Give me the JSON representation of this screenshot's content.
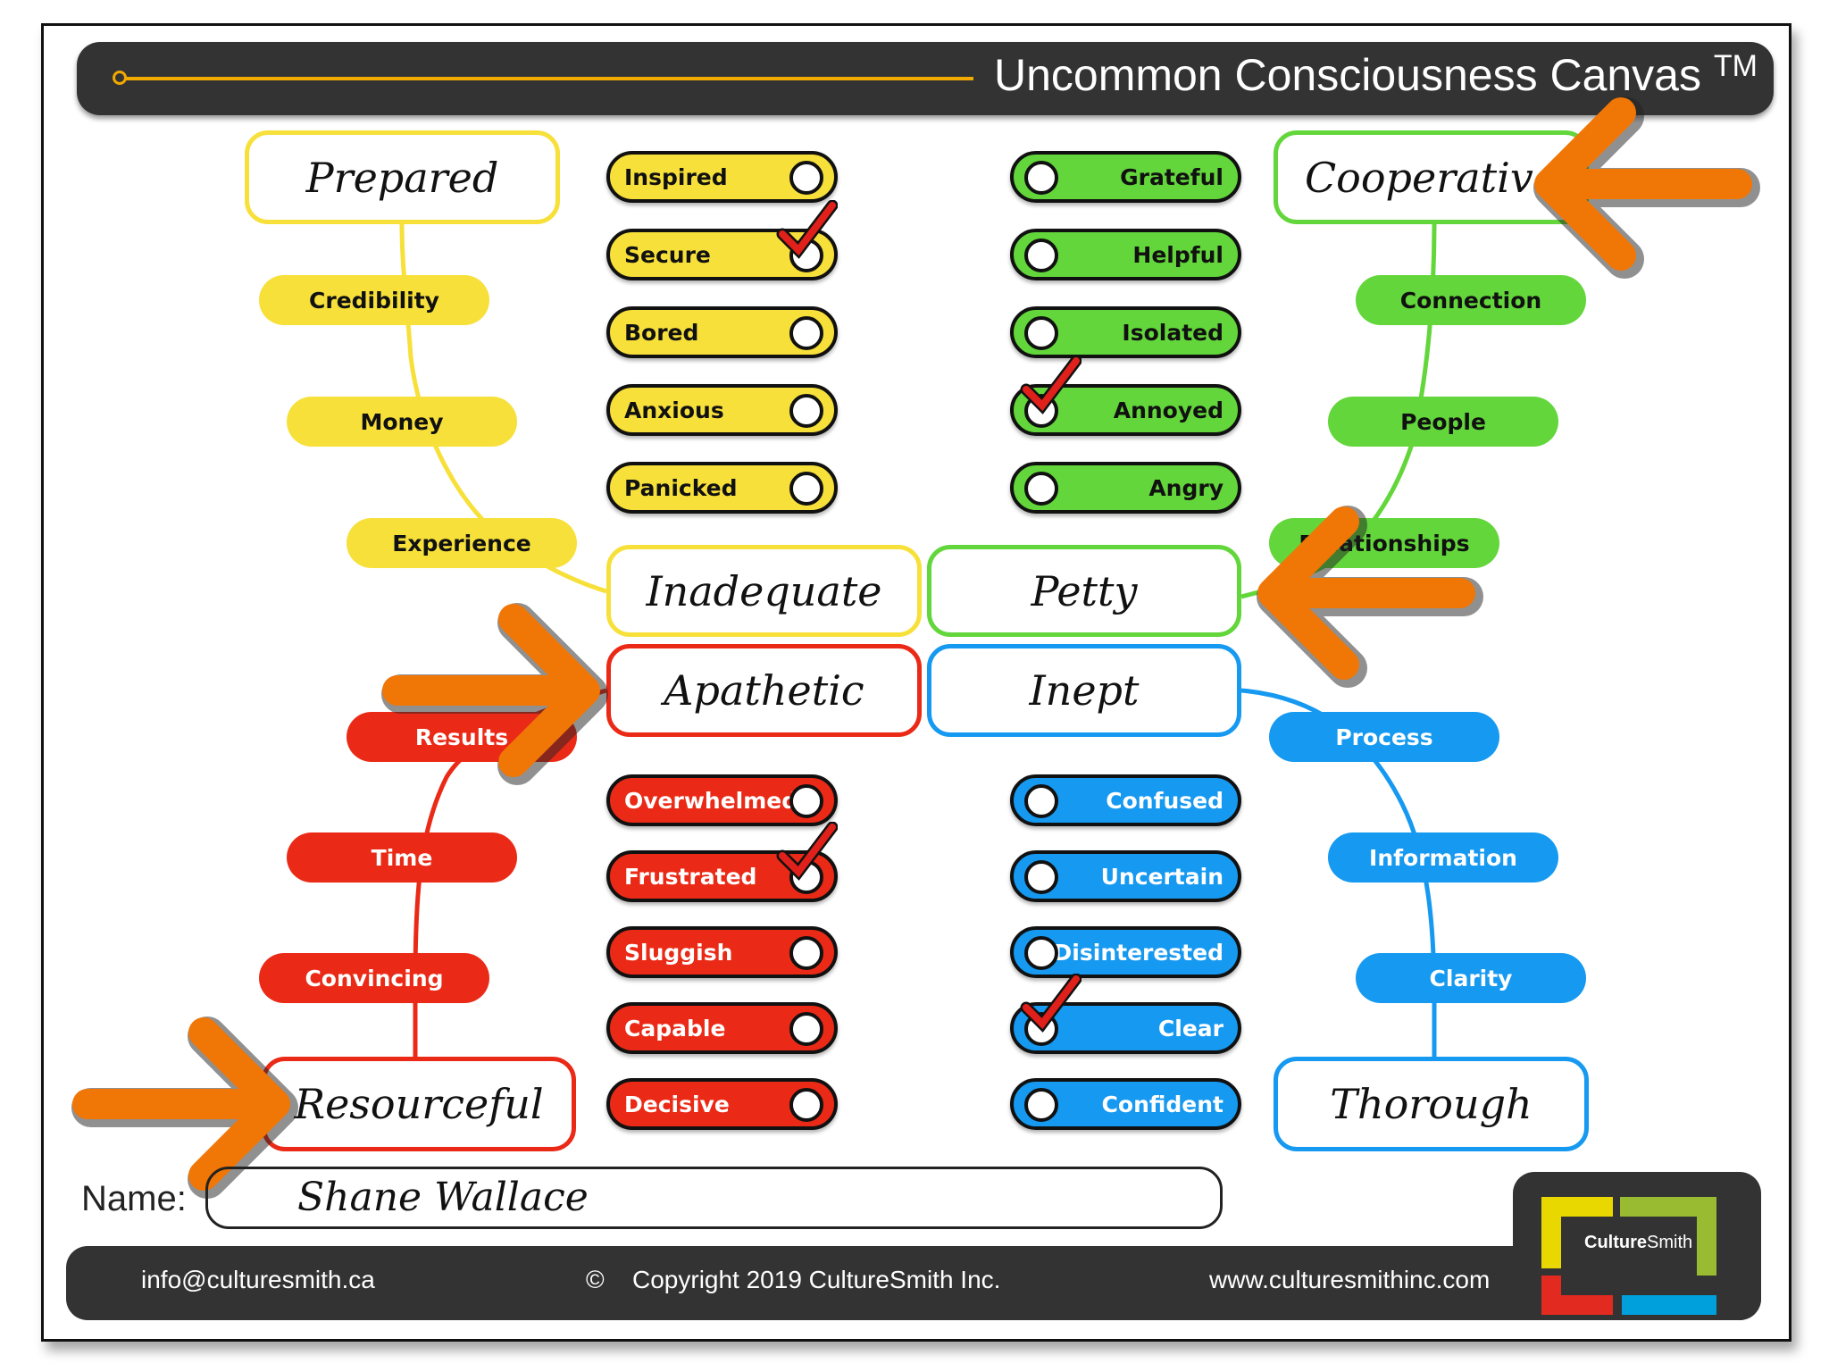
{
  "header": {
    "title": "Uncommon Consciousness Canvas",
    "trademark": "TM"
  },
  "colors": {
    "yellow": "#f7e03a",
    "green": "#62d63a",
    "red": "#ea2a16",
    "blue": "#1699f0",
    "orange": "#f07606",
    "dark": "#333333"
  },
  "quadrants": {
    "yellow": {
      "title": "Prepared",
      "center": "Inadequate",
      "tags": [
        "Credibility",
        "Money",
        "Experience"
      ],
      "checks": [
        {
          "label": "Inspired",
          "checked": false
        },
        {
          "label": "Secure",
          "checked": true
        },
        {
          "label": "Bored",
          "checked": false
        },
        {
          "label": "Anxious",
          "checked": false
        },
        {
          "label": "Panicked",
          "checked": false
        }
      ]
    },
    "green": {
      "title": "Cooperative",
      "center": "Petty",
      "tags": [
        "Connection",
        "People",
        "Relationships"
      ],
      "checks": [
        {
          "label": "Grateful",
          "checked": false
        },
        {
          "label": "Helpful",
          "checked": false
        },
        {
          "label": "Isolated",
          "checked": false
        },
        {
          "label": "Annoyed",
          "checked": true
        },
        {
          "label": "Angry",
          "checked": false
        }
      ]
    },
    "red": {
      "title": "Resourceful",
      "center": "Apathetic",
      "tags": [
        "Results",
        "Time",
        "Convincing"
      ],
      "checks": [
        {
          "label": "Overwhelmed",
          "checked": false
        },
        {
          "label": "Frustrated",
          "checked": true
        },
        {
          "label": "Sluggish",
          "checked": false
        },
        {
          "label": "Capable",
          "checked": false
        },
        {
          "label": "Decisive",
          "checked": false
        }
      ]
    },
    "blue": {
      "title": "Thorough",
      "center": "Inept",
      "tags": [
        "Process",
        "Information",
        "Clarity"
      ],
      "checks": [
        {
          "label": "Confused",
          "checked": false
        },
        {
          "label": "Uncertain",
          "checked": false
        },
        {
          "label": "Disinterested",
          "checked": false
        },
        {
          "label": "Clear",
          "checked": true
        },
        {
          "label": "Confident",
          "checked": false
        }
      ]
    }
  },
  "name": {
    "label": "Name:",
    "value": "Shane Wallace"
  },
  "footer": {
    "email": "info@culturesmith.ca",
    "copyright": "Copyright 2019 CultureSmith Inc.",
    "website": "www.culturesmithinc.com"
  },
  "logo": {
    "text": "CultureSmith"
  }
}
